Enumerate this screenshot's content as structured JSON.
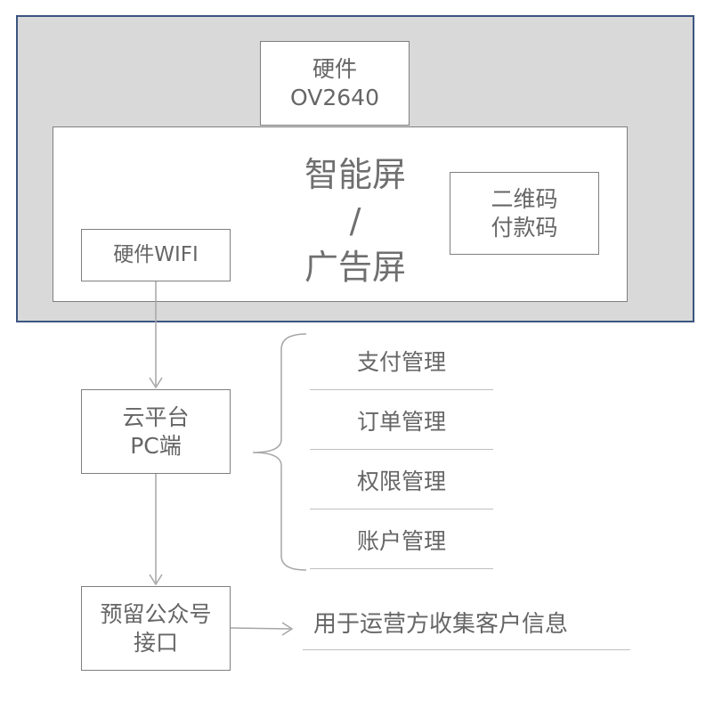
{
  "device": {
    "camera_line1": "硬件",
    "camera_line2": "OV2640",
    "screen_line1": "智能屏",
    "screen_line2": "/",
    "screen_line3": "广告屏",
    "qr_line1": "二维码",
    "qr_line2": "付款码",
    "wifi_label": "硬件WIFI"
  },
  "cloud": {
    "line1": "云平台",
    "line2": "PC端"
  },
  "management": [
    {
      "label": "支付管理"
    },
    {
      "label": "订单管理"
    },
    {
      "label": "权限管理"
    },
    {
      "label": "账户管理"
    }
  ],
  "official_account": {
    "line1": "预留公众号",
    "line2": "接口"
  },
  "info_collection": "用于运营方收集客户信息",
  "colors": {
    "device_frame_fill": "#d9d9d9",
    "device_frame_border": "#3b5580",
    "box_border": "#7f7f7f",
    "text": "#666666",
    "divider": "#bfbfbf"
  }
}
